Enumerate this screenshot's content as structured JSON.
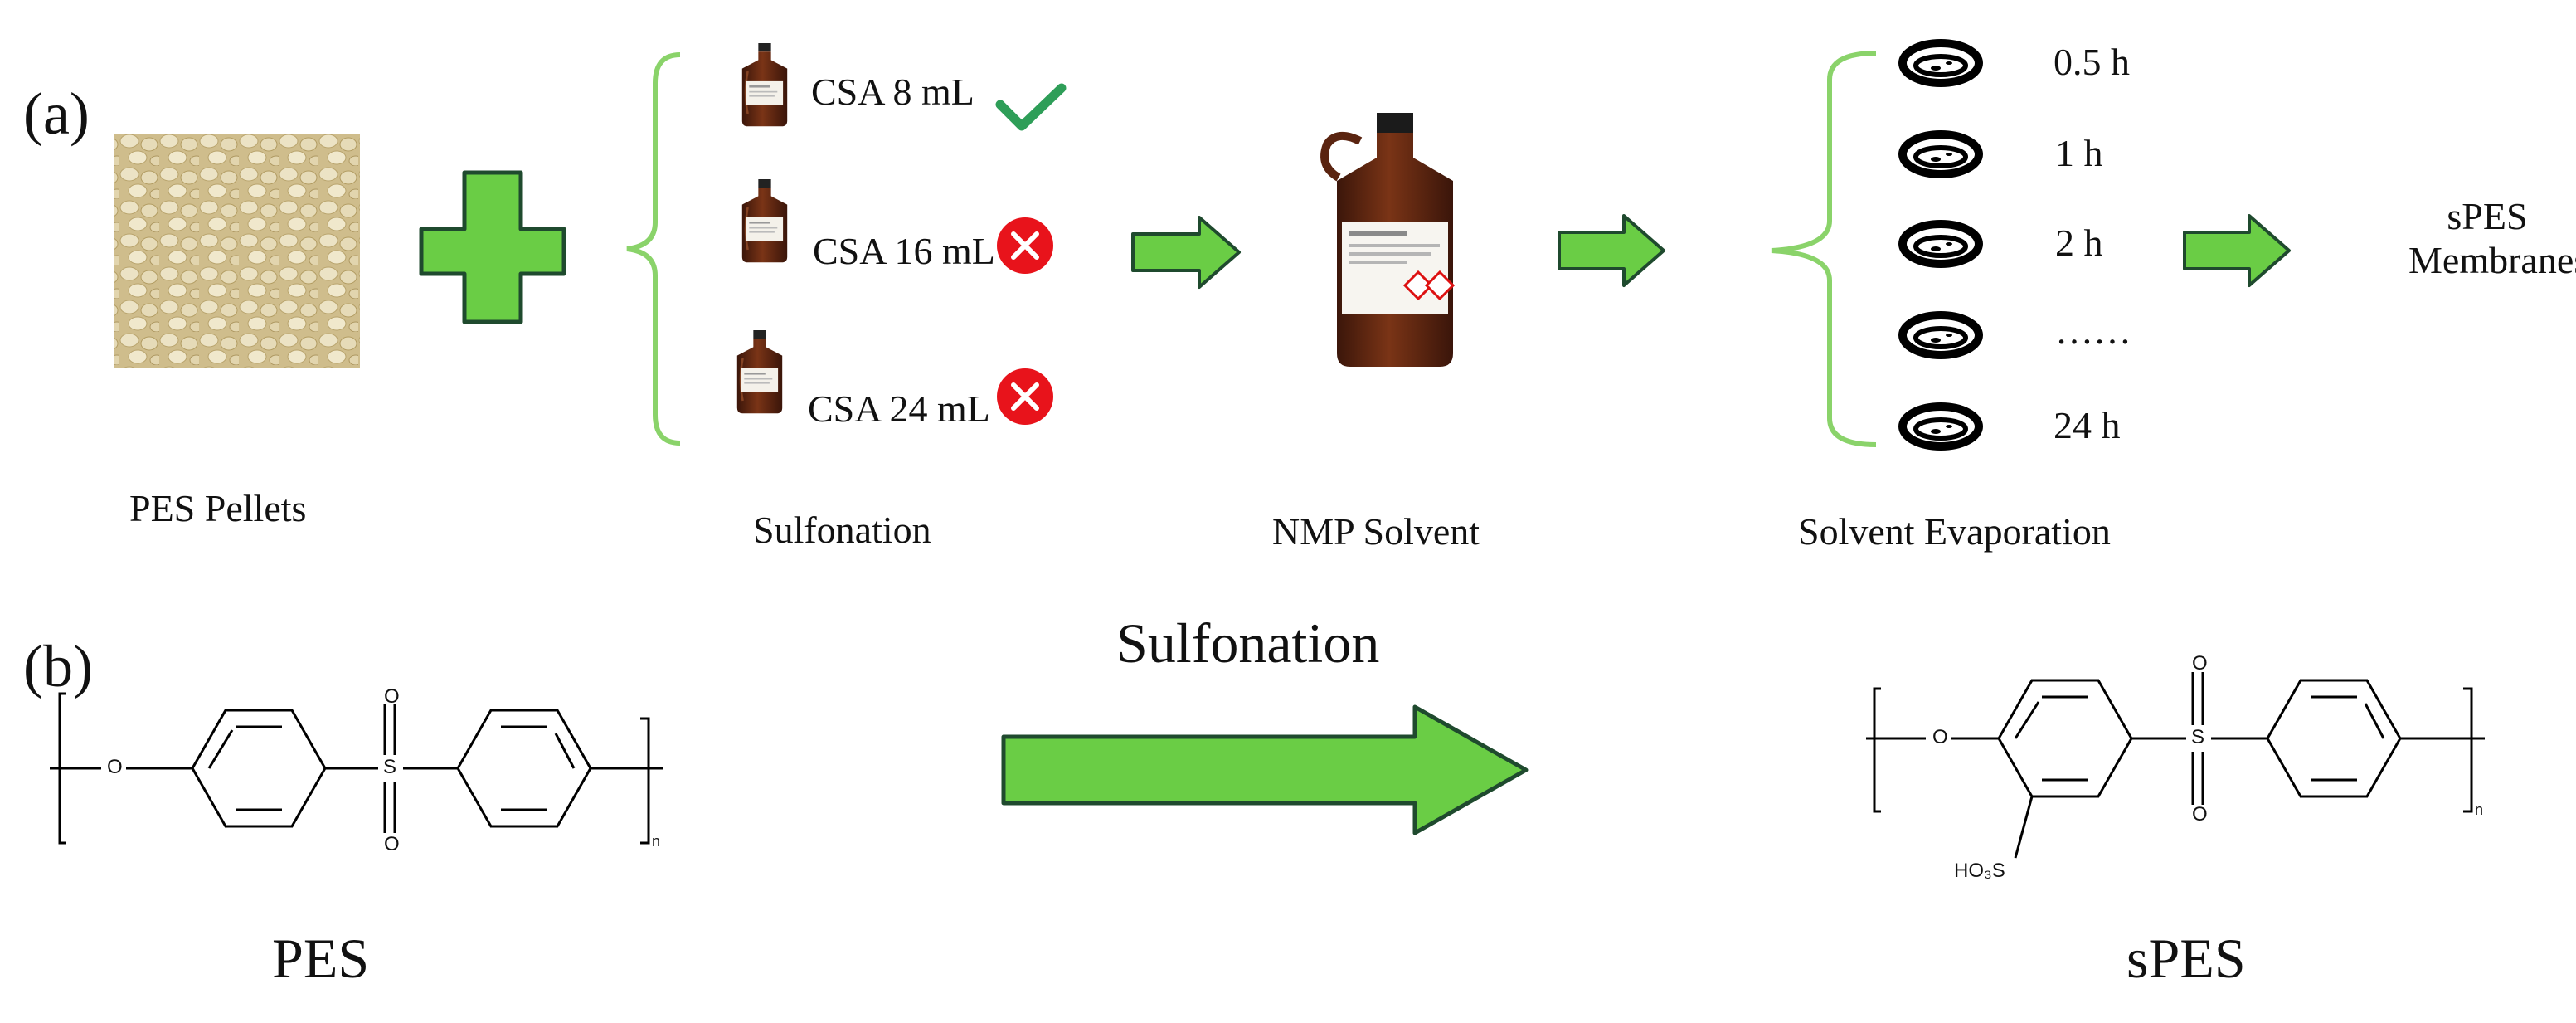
{
  "panel_a": {
    "label": "(a)",
    "pellets": {
      "label": "PES Pellets"
    },
    "sulfonation": {
      "label": "Sulfonation",
      "options": [
        {
          "text": "CSA 8 mL",
          "status": "check"
        },
        {
          "text": "CSA 16 mL",
          "status": "cross"
        },
        {
          "text": "CSA 24 mL",
          "status": "cross"
        }
      ]
    },
    "solvent": {
      "label": "NMP Solvent"
    },
    "evaporation": {
      "label": "Solvent Evaporation",
      "times": [
        "0.5 h",
        "1 h",
        "2 h",
        "……",
        "24 h"
      ]
    },
    "result": {
      "line1": "sPES",
      "line2": "Membranes"
    }
  },
  "panel_b": {
    "label": "(b)",
    "reaction_label": "Sulfonation",
    "reactant": {
      "name": "PES",
      "subscript": "n",
      "oxygen": "O",
      "sulfur": "S"
    },
    "product": {
      "name": "sPES",
      "subscript": "n",
      "oxygen": "O",
      "sulfur": "S",
      "substituent": "HO₃S"
    }
  },
  "colors": {
    "arrow_green": "#6acd45",
    "arrow_outline": "#1f4a2e",
    "bracket": "#8ad36a",
    "check": "#2e9e58",
    "cross": "#e8131b",
    "bottle": "#5a2410"
  }
}
